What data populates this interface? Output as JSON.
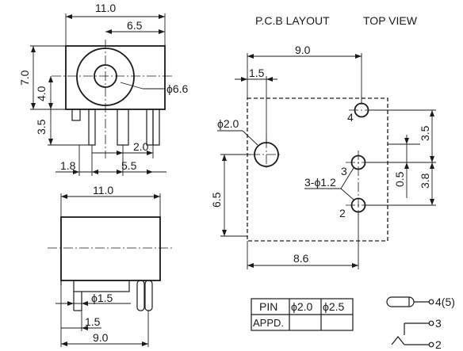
{
  "front_view": {
    "dim_overall_width": "11.0",
    "dim_center_offset": "6.5",
    "dim_height": "7.0",
    "dim_center_height": "4.0",
    "dim_pin_length": "3.5",
    "dim_hole_diameter": "ϕ6.6",
    "dim_pin_spacing_a": "2.0",
    "dim_pin_spacing_b": "1.8",
    "dim_pin_spacing_c": "5.5"
  },
  "side_view": {
    "dim_width": "11.0",
    "dim_pin_width": "ϕ1.5",
    "dim_pin_offset": "1.5",
    "dim_base": "9.0"
  },
  "pcb_layout": {
    "title_left": "P.C.B LAYOUT",
    "title_right": "TOP VIEW",
    "dim_width": "9.0",
    "dim_edge_offset": "1.5",
    "dim_large_hole": "ϕ2.0",
    "dim_vertical": "6.5",
    "dim_right_a": "3.5",
    "dim_right_b": "3.8",
    "dim_right_c": "0.5",
    "dim_small_holes": "3-ϕ1.2",
    "dim_bottom": "8.6",
    "pin_labels": [
      "4",
      "3",
      "2"
    ]
  },
  "pin_table": {
    "headers": [
      "PIN",
      "ϕ2.0",
      "ϕ2.5"
    ],
    "row_label": "APPD.",
    "row_values": [
      "",
      ""
    ]
  },
  "schematic": {
    "labels": [
      "4(5)",
      "3",
      "2"
    ]
  }
}
